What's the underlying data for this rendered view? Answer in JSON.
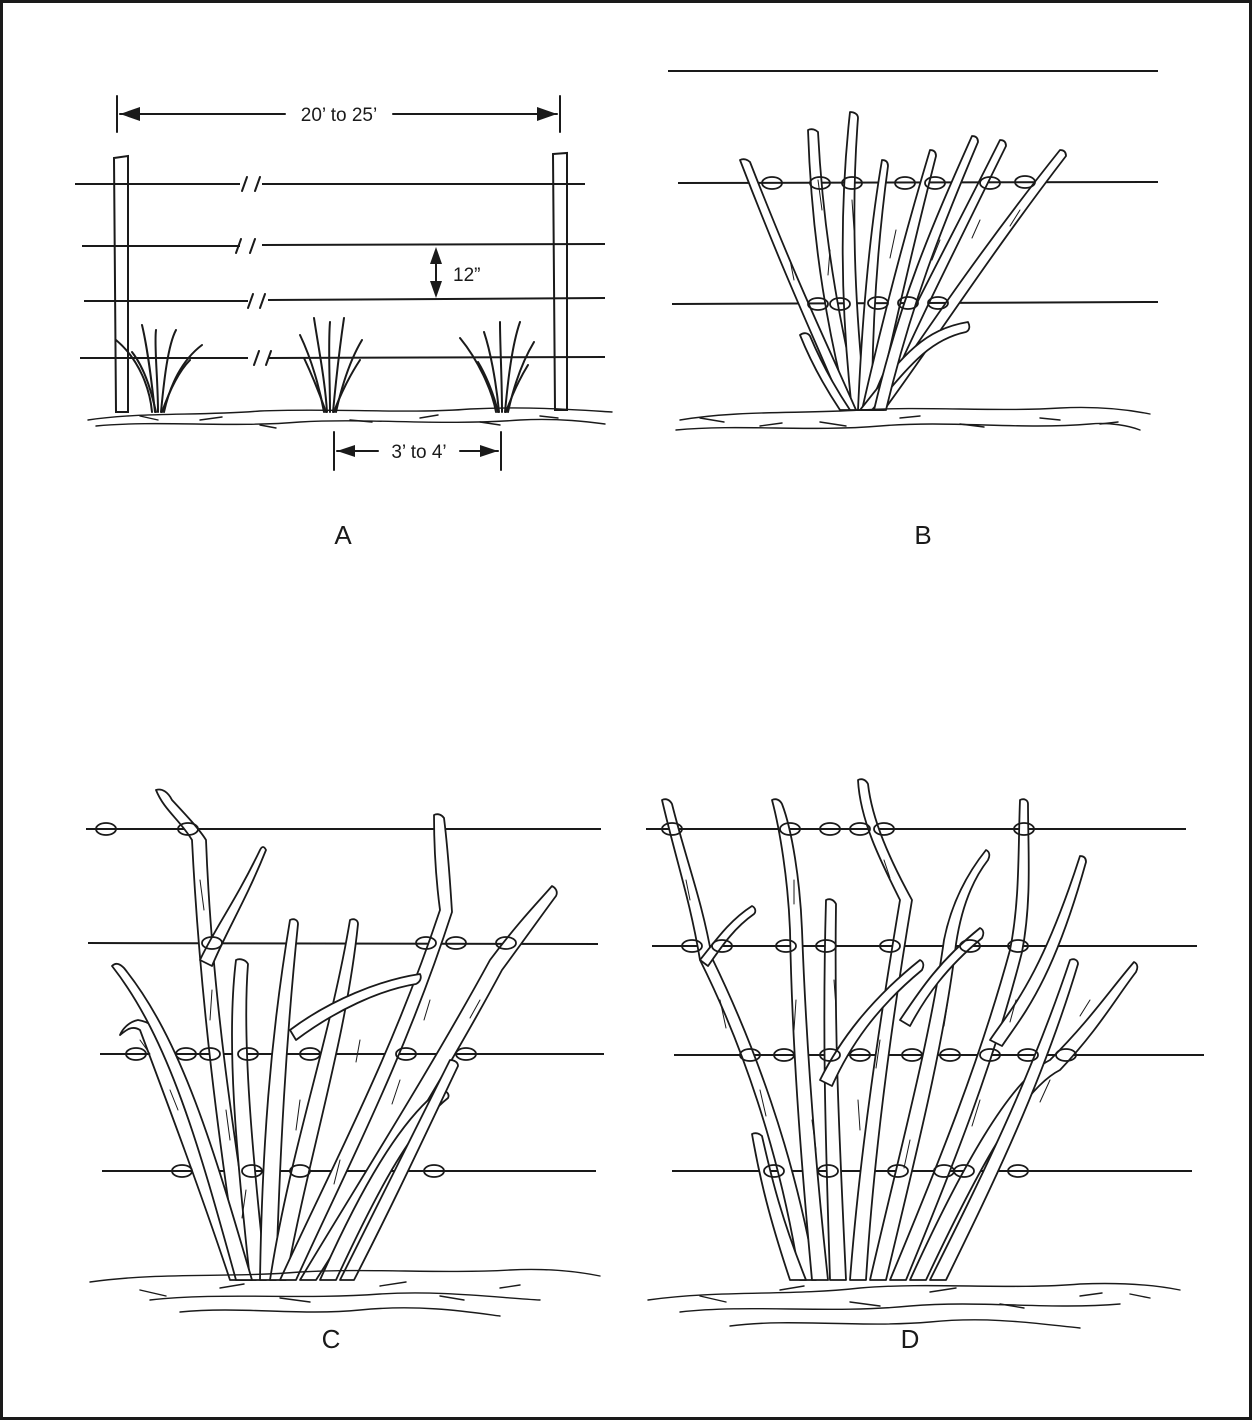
{
  "panels": {
    "a": {
      "label": "A",
      "post_spacing": "20’ to 25’",
      "wire_spacing": "12”",
      "plant_spacing": "3’ to 4’"
    },
    "b": {
      "label": "B"
    },
    "c": {
      "label": "C"
    },
    "d": {
      "label": "D"
    }
  },
  "colors": {
    "ink": "#1a1a1a",
    "paper": "#ffffff",
    "frame": "#1a1a1a"
  }
}
